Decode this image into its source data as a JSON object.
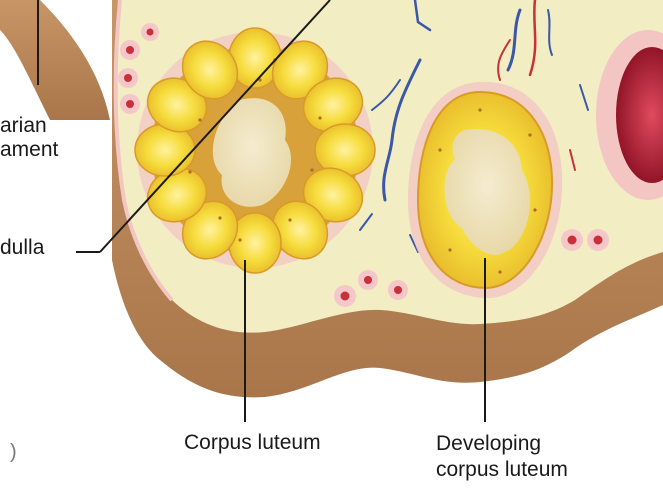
{
  "labels": {
    "ovarian_ligament": [
      "arian",
      "ament"
    ],
    "medulla": "dulla",
    "corpus_luteum": "Corpus luteum",
    "developing_corpus_luteum": [
      "Developing",
      "corpus luteum"
    ],
    "edge_fragment": ")"
  },
  "colors": {
    "tissue_brown": "#b88657",
    "stroma_cream": "#f2edc2",
    "luteal_yellow": "#f4d63a",
    "luteal_core": "#efe2b8",
    "pink_rim": "#f3c6c4",
    "vessel_blue": "#3a57a8",
    "vessel_red": "#c8303a",
    "follicle_red": "#a8142a",
    "leader_line": "#1a1a1a"
  }
}
